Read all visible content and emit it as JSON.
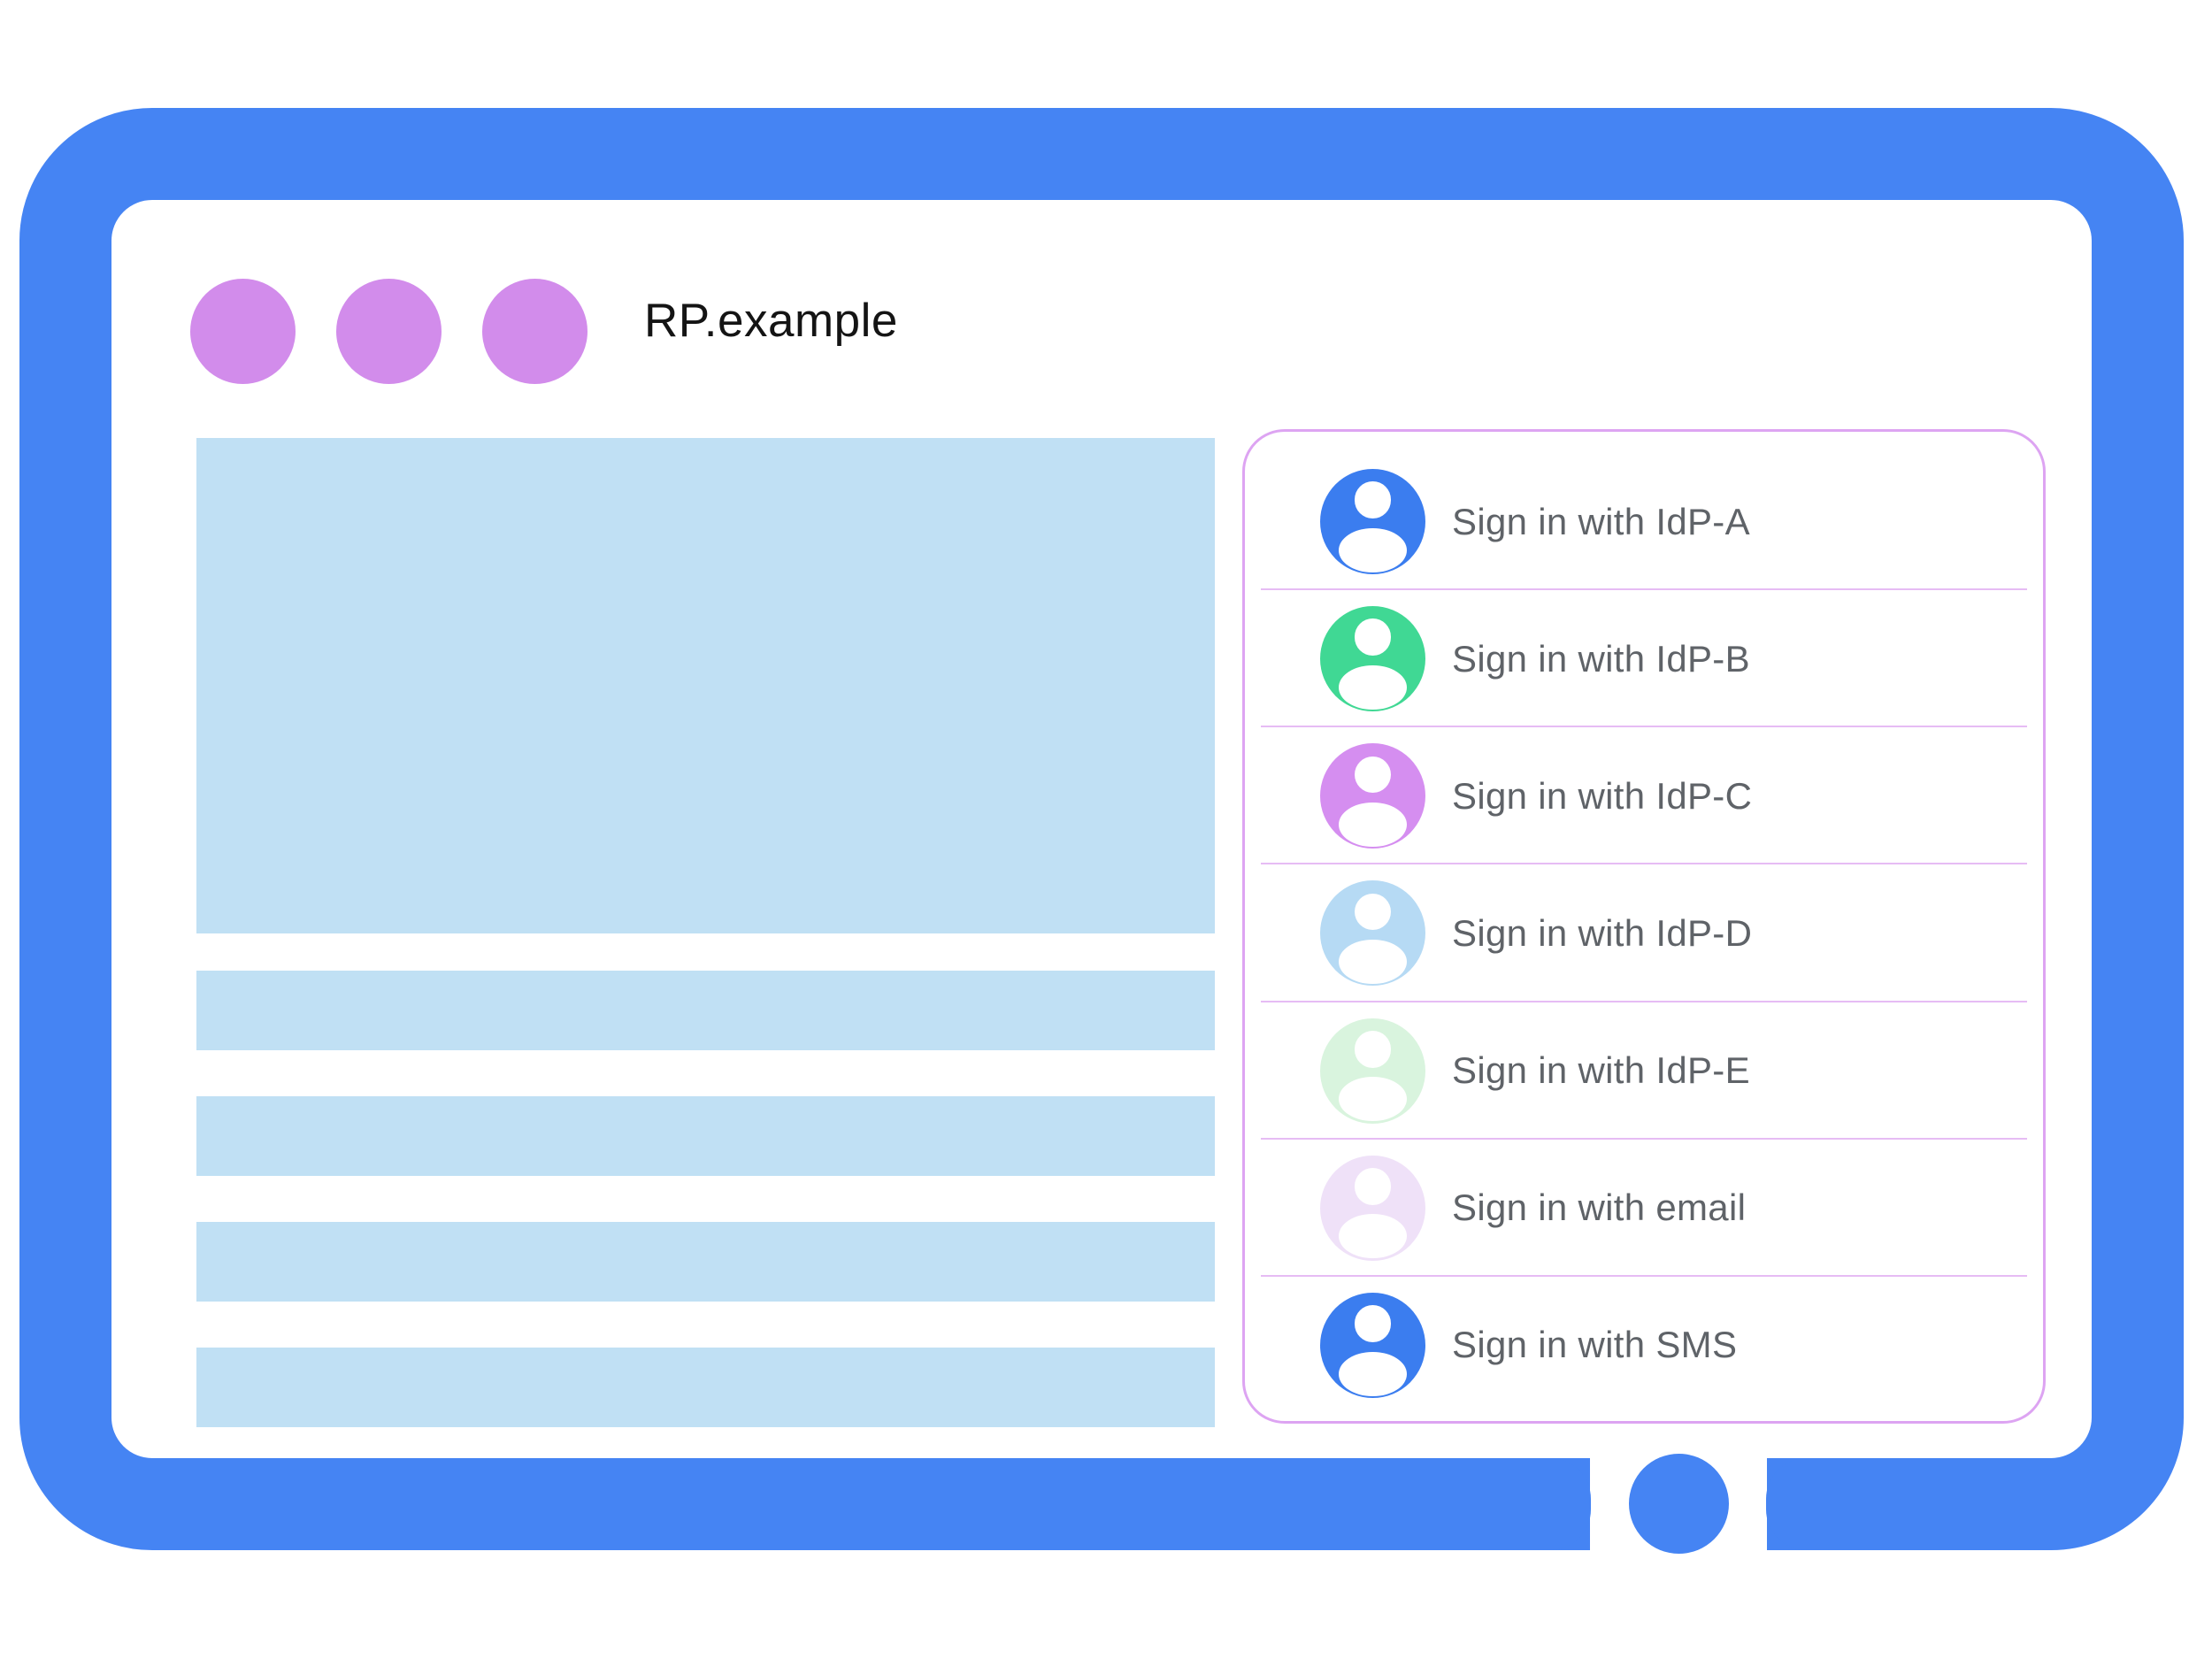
{
  "browser": {
    "title": "RP.example",
    "window_dot_count": 3
  },
  "signin_panel": {
    "options": [
      {
        "label": "Sign in with IdP-A",
        "avatar_color": "#3B7DEF"
      },
      {
        "label": "Sign in with IdP-B",
        "avatar_color": "#40D894"
      },
      {
        "label": "Sign in with IdP-C",
        "avatar_color": "#D58EF0"
      },
      {
        "label": "Sign in with IdP-D",
        "avatar_color": "#B6DAF4"
      },
      {
        "label": "Sign in with IdP-E",
        "avatar_color": "#D9F4DE"
      },
      {
        "label": "Sign in with email",
        "avatar_color": "#EFE1F8"
      },
      {
        "label": "Sign in with SMS",
        "avatar_color": "#3B7DEF"
      }
    ]
  },
  "placeholders": {
    "hero_blocks": 1,
    "text_bars": 4
  },
  "colors": {
    "frame_blue": "#4584F3",
    "placeholder_blue": "#C0E0F4",
    "window_dot_purple": "#D28CEB",
    "panel_border_pink": "#DDA4F2",
    "divider_pink": "#E6BCF4",
    "label_grey": "#5F6368",
    "title_black": "#141414",
    "avatar_glyph_white": "#FFFFFF"
  }
}
